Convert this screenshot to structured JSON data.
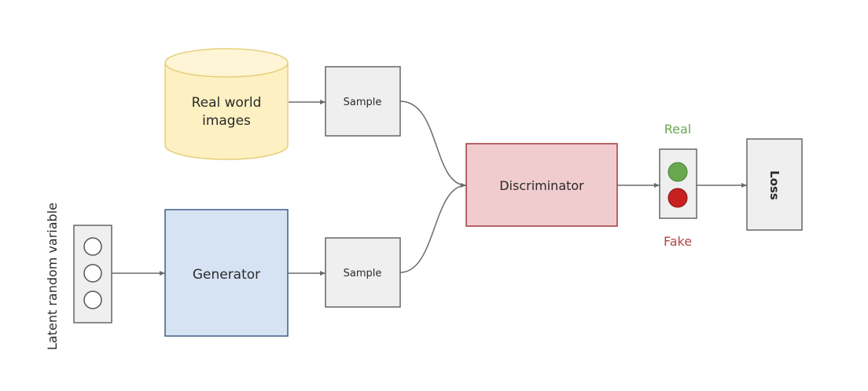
{
  "diagram": {
    "title": "GAN architecture",
    "nodes": {
      "real_images": {
        "label_line1": "Real world",
        "label_line2": "images",
        "shape": "cylinder",
        "fill": "#fdf0c2",
        "stroke": "#e6cf7a"
      },
      "sample_real": {
        "label": "Sample",
        "shape": "box",
        "fill": "#efefef",
        "stroke": "#666666"
      },
      "latent": {
        "label": "Latent random variable",
        "shape": "vector",
        "fill": "#efefef",
        "stroke": "#666666",
        "circles": 3
      },
      "generator": {
        "label": "Generator",
        "shape": "box",
        "fill": "#d6e3f3",
        "stroke": "#3d5f86"
      },
      "sample_fake": {
        "label": "Sample",
        "shape": "box",
        "fill": "#efefef",
        "stroke": "#666666"
      },
      "discriminator": {
        "label": "Discriminator",
        "shape": "box",
        "fill": "#f0ccce",
        "stroke": "#a33a3a"
      },
      "output": {
        "shape": "indicator",
        "fill": "#efefef",
        "stroke": "#666666",
        "real_color": "#6aa84f",
        "fake_color": "#c62020"
      },
      "loss": {
        "label": "Loss",
        "shape": "box",
        "fill": "#efefef",
        "stroke": "#666666"
      }
    },
    "indicator_labels": {
      "real": {
        "text": "Real",
        "color": "#6aa84f"
      },
      "fake": {
        "text": "Fake",
        "color": "#b54545"
      }
    },
    "edges": [
      {
        "from": "real_images",
        "to": "sample_real"
      },
      {
        "from": "sample_real",
        "to": "discriminator"
      },
      {
        "from": "latent",
        "to": "generator"
      },
      {
        "from": "generator",
        "to": "sample_fake"
      },
      {
        "from": "sample_fake",
        "to": "discriminator"
      },
      {
        "from": "discriminator",
        "to": "output"
      },
      {
        "from": "output",
        "to": "loss"
      }
    ],
    "edge_color": "#6b6b6b"
  }
}
